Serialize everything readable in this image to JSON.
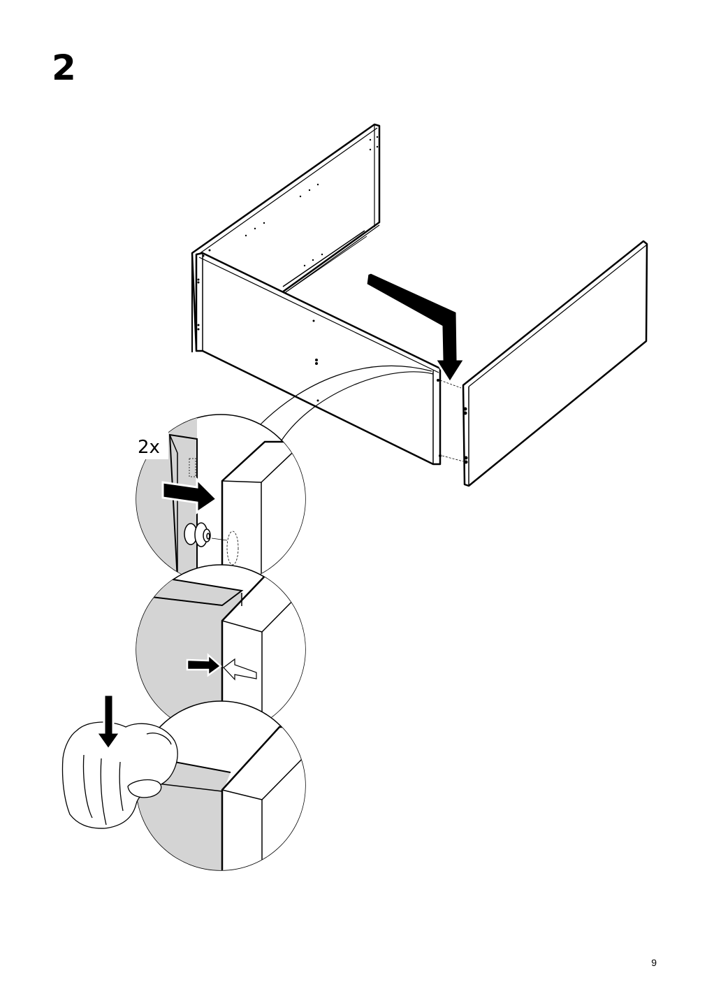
{
  "step": {
    "number": "2"
  },
  "illustration": {
    "quantity_label": "2x",
    "description_icons": [
      "cabinet-frame-icon",
      "side-panel-icon",
      "dowel-icon",
      "hand-icon",
      "arrow-icon"
    ]
  },
  "footer": {
    "page_number": "9"
  },
  "colors": {
    "line": "#000000",
    "shade": "#d4d4d4",
    "background": "#ffffff"
  }
}
